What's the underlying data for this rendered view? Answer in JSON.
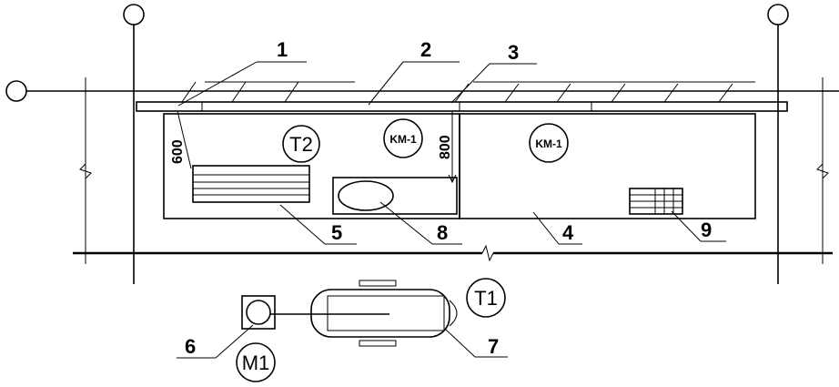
{
  "labels": {
    "callout_1": "1",
    "callout_2": "2",
    "callout_3": "3",
    "callout_4": "4",
    "callout_5": "5",
    "callout_6": "6",
    "callout_7": "7",
    "callout_8": "8",
    "callout_9": "9",
    "t2": "T2",
    "t1": "T1",
    "m1": "M1",
    "km_left": "KM-1",
    "km_right": "KM-1",
    "dim_600": "600",
    "dim_800": "800"
  }
}
